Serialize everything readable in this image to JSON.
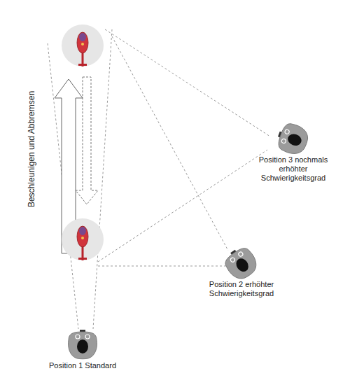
{
  "diagram": {
    "nodes": [
      {
        "text": [
          "Position 1 Standard"
        ]
      },
      {
        "text": [
          "Position 2 erhöhter Schwierigkeitsgrad"
        ]
      },
      {
        "text": [
          "Position 3 nochmals erhöhter Schwierigkeitsgrad"
        ]
      }
    ],
    "labels": [
      "Beschleunigen und Abbremsen"
    ]
  }
}
